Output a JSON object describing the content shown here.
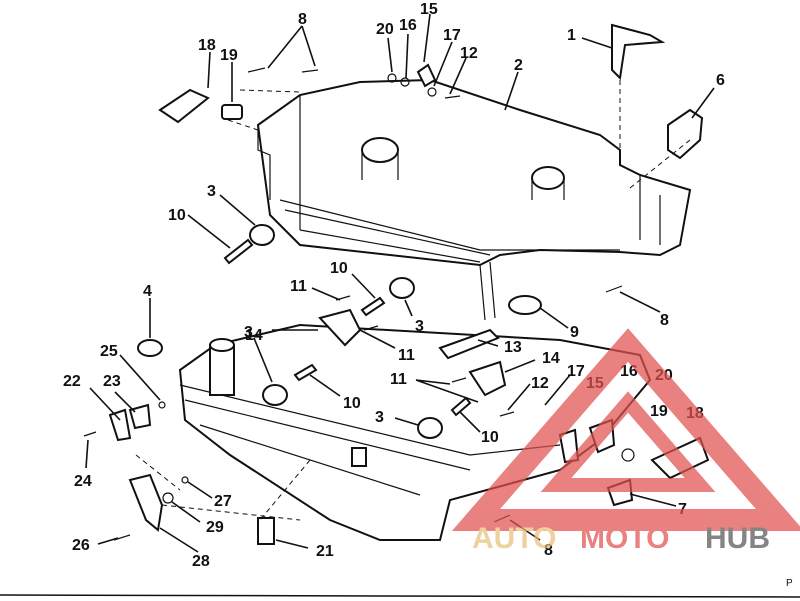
{
  "callouts": [
    {
      "id": "c1",
      "text": "1"
    },
    {
      "id": "c2",
      "text": "2"
    },
    {
      "id": "c3a",
      "text": "3"
    },
    {
      "id": "c3b",
      "text": "3"
    },
    {
      "id": "c3c",
      "text": "3"
    },
    {
      "id": "c3d",
      "text": "3"
    },
    {
      "id": "c4",
      "text": "4"
    },
    {
      "id": "c6",
      "text": "6"
    },
    {
      "id": "c7",
      "text": "7"
    },
    {
      "id": "c8a",
      "text": "8"
    },
    {
      "id": "c8b",
      "text": "8"
    },
    {
      "id": "c8c",
      "text": "8"
    },
    {
      "id": "c9",
      "text": "9"
    },
    {
      "id": "c10a",
      "text": "10"
    },
    {
      "id": "c10b",
      "text": "10"
    },
    {
      "id": "c10c",
      "text": "10"
    },
    {
      "id": "c10d",
      "text": "10"
    },
    {
      "id": "c11a",
      "text": "11"
    },
    {
      "id": "c11b",
      "text": "11"
    },
    {
      "id": "c11c",
      "text": "11"
    },
    {
      "id": "c12a",
      "text": "12"
    },
    {
      "id": "c12b",
      "text": "12"
    },
    {
      "id": "c13",
      "text": "13"
    },
    {
      "id": "c14a",
      "text": "14"
    },
    {
      "id": "c14b",
      "text": "14"
    },
    {
      "id": "c15a",
      "text": "15"
    },
    {
      "id": "c15b",
      "text": "15"
    },
    {
      "id": "c16a",
      "text": "16"
    },
    {
      "id": "c16b",
      "text": "16"
    },
    {
      "id": "c17a",
      "text": "17"
    },
    {
      "id": "c17b",
      "text": "17"
    },
    {
      "id": "c18a",
      "text": "18"
    },
    {
      "id": "c18b",
      "text": "18"
    },
    {
      "id": "c19a",
      "text": "19"
    },
    {
      "id": "c19b",
      "text": "19"
    },
    {
      "id": "c20a",
      "text": "20"
    },
    {
      "id": "c20b",
      "text": "20"
    },
    {
      "id": "c21",
      "text": "21"
    },
    {
      "id": "c22",
      "text": "22"
    },
    {
      "id": "c23",
      "text": "23"
    },
    {
      "id": "c24",
      "text": "24"
    },
    {
      "id": "c25",
      "text": "25"
    },
    {
      "id": "c26",
      "text": "26"
    },
    {
      "id": "c27",
      "text": "27"
    },
    {
      "id": "c28",
      "text": "28"
    },
    {
      "id": "c29",
      "text": "29"
    }
  ],
  "watermark": {
    "text_a": "AUTO",
    "text_b": "MOTO",
    "text_c": "HUB",
    "color_a": "#e8c07a",
    "color_b": "#e0524f",
    "color_c": "#555555",
    "triangle_color": "#e0524f"
  },
  "corner_mark": "P"
}
